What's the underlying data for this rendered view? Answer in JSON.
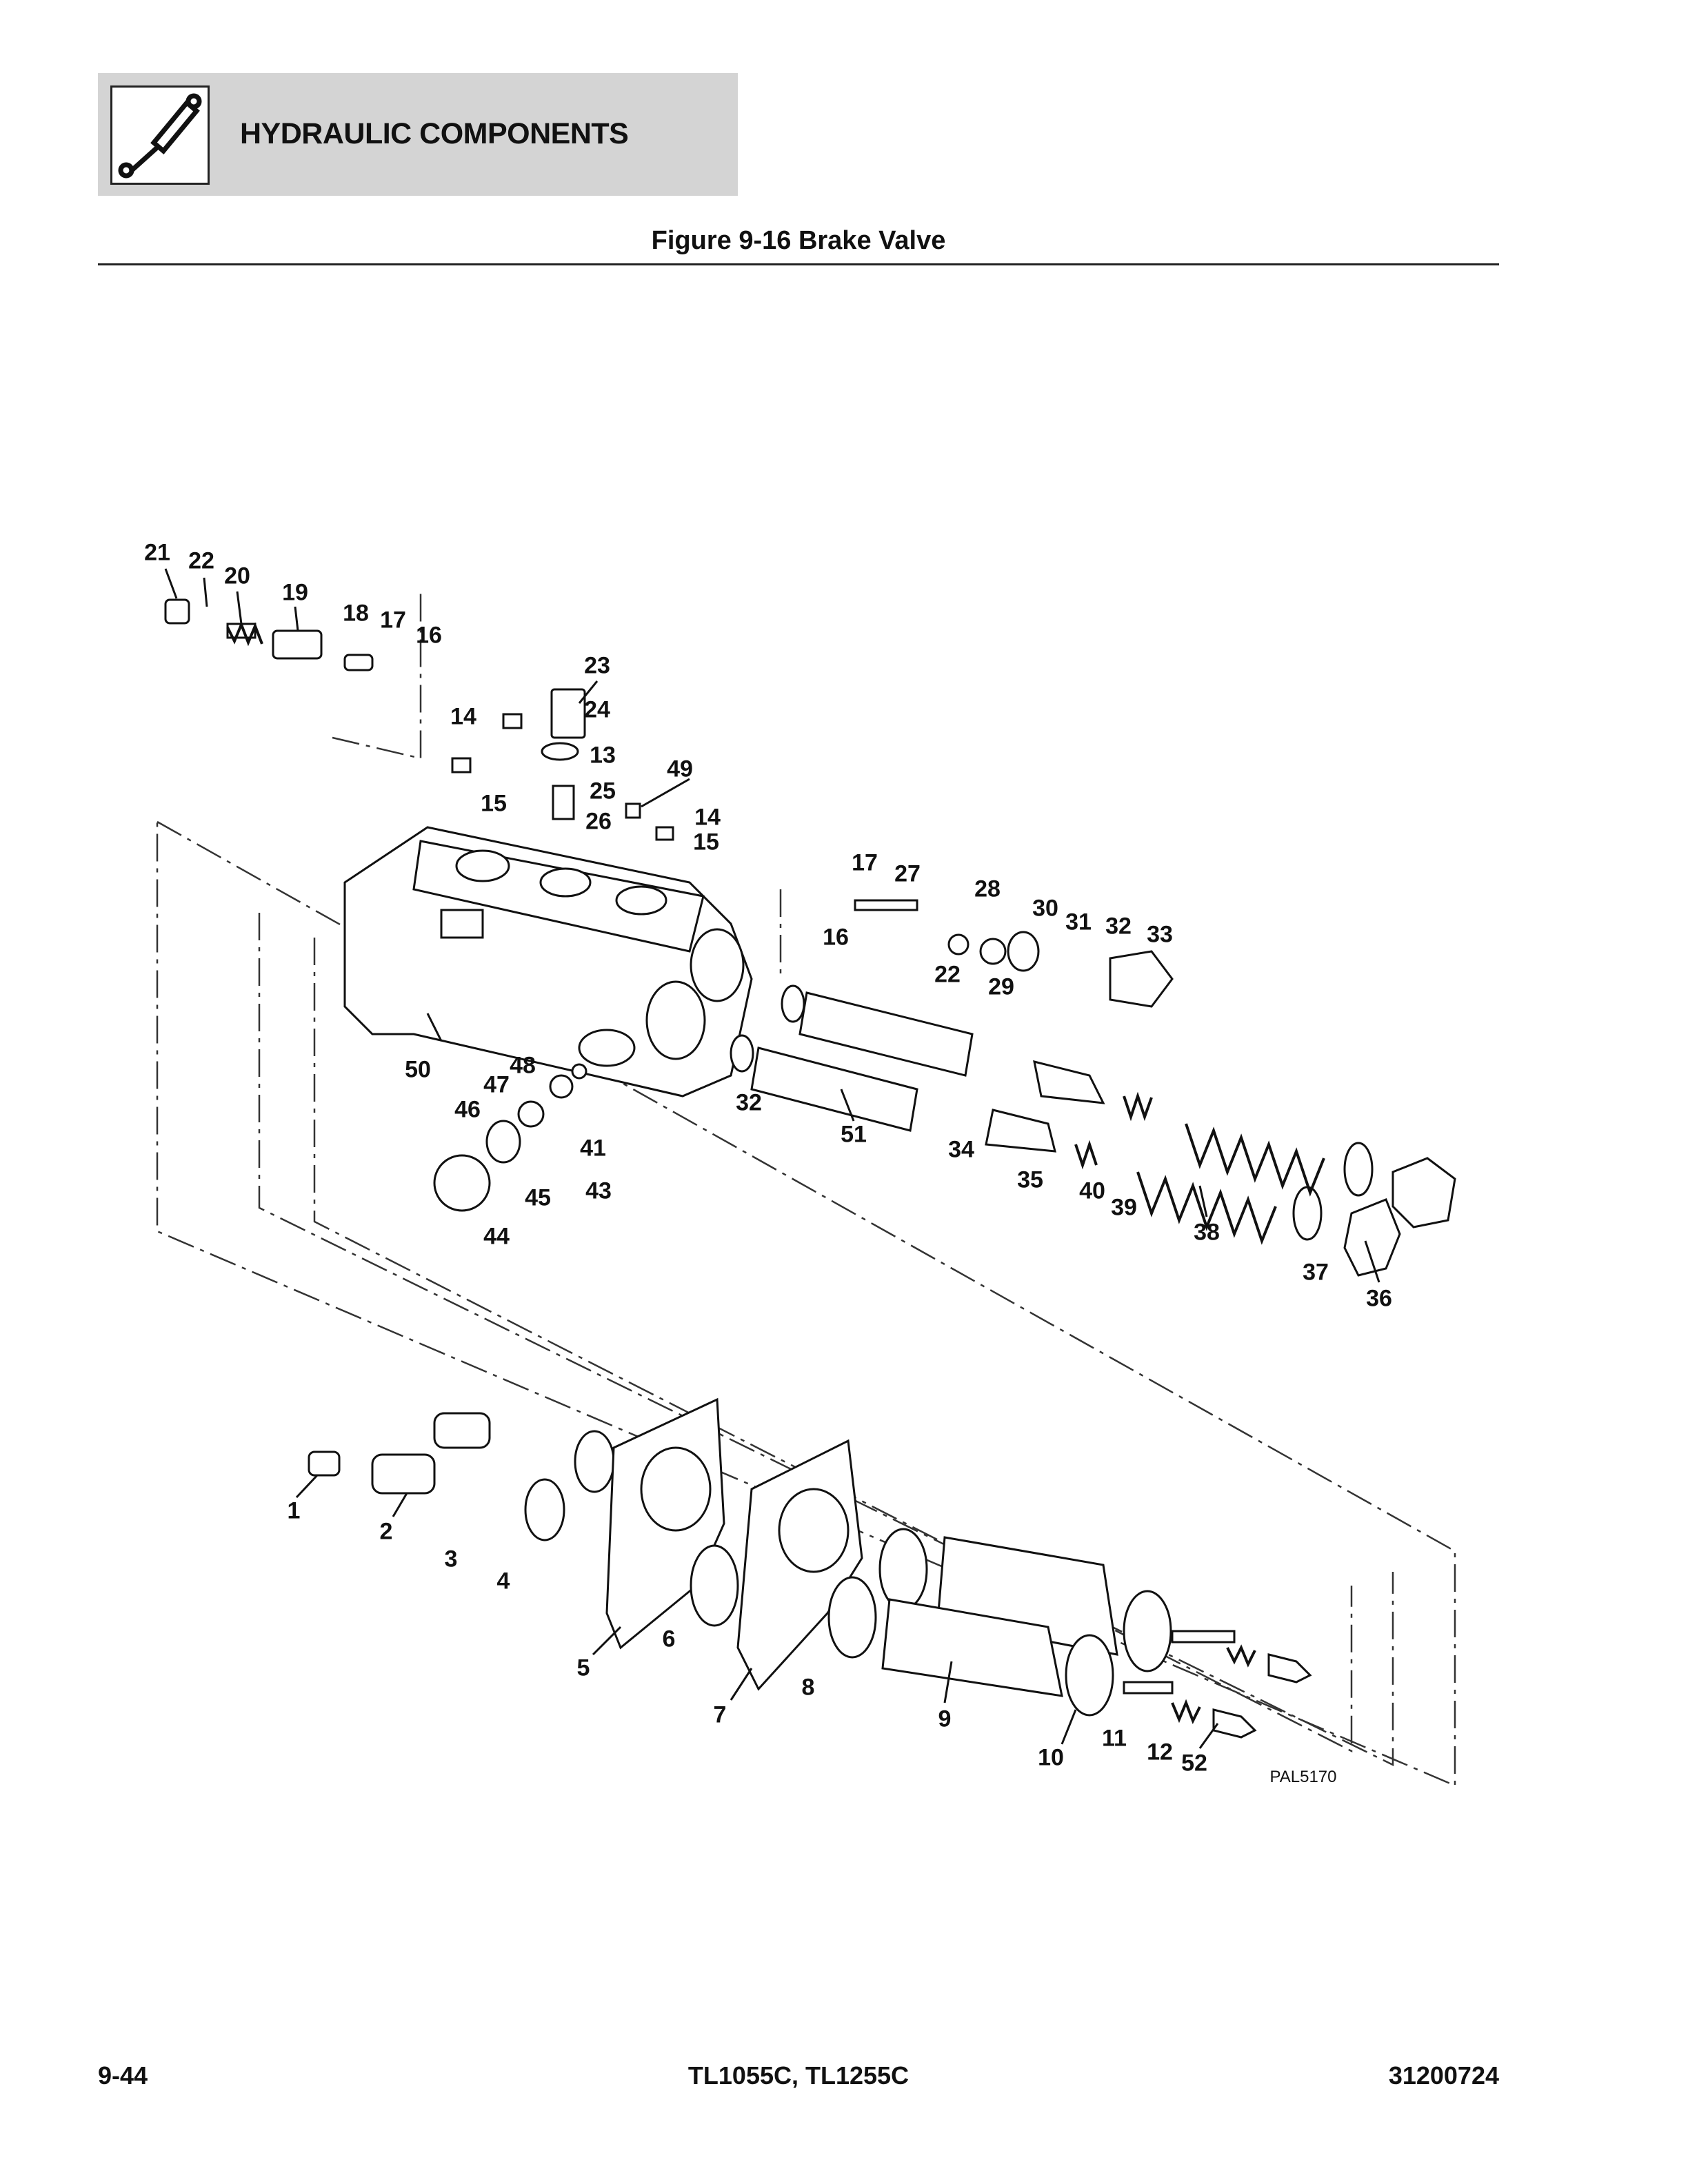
{
  "header": {
    "section_title": "HYDRAULIC COMPONENTS",
    "icon": "hydraulic-cylinder-icon"
  },
  "figure": {
    "title": "Figure 9-16 Brake Valve",
    "drawing_id": "PAL5170"
  },
  "callouts": {
    "c21": "21",
    "c22a": "22",
    "c20": "20",
    "c19": "19",
    "c18": "18",
    "c17a": "17",
    "c16a": "16",
    "c23": "23",
    "c24": "24",
    "c14a": "14",
    "c13": "13",
    "c49": "49",
    "c25": "25",
    "c15a": "15",
    "c26": "26",
    "c14b": "14",
    "c15b": "15",
    "c17b": "17",
    "c27": "27",
    "c28": "28",
    "c30": "30",
    "c31": "31",
    "c32a": "32",
    "c33": "33",
    "c16b": "16",
    "c22b": "22",
    "c29": "29",
    "c50": "50",
    "c48": "48",
    "c47": "47",
    "c46": "46",
    "c32b": "32",
    "c51": "51",
    "c34": "34",
    "c41": "41",
    "c35": "35",
    "c40": "40",
    "c39": "39",
    "c45": "45",
    "c43": "43",
    "c44": "44",
    "c38": "38",
    "c37": "37",
    "c36": "36",
    "c1": "1",
    "c2": "2",
    "c3": "3",
    "c4": "4",
    "c5": "5",
    "c6": "6",
    "c7": "7",
    "c8": "8",
    "c9": "9",
    "c10": "10",
    "c11": "11",
    "c12": "12",
    "c52": "52"
  },
  "footer": {
    "page": "9-44",
    "models": "TL1055C, TL1255C",
    "doc_number": "31200724"
  }
}
